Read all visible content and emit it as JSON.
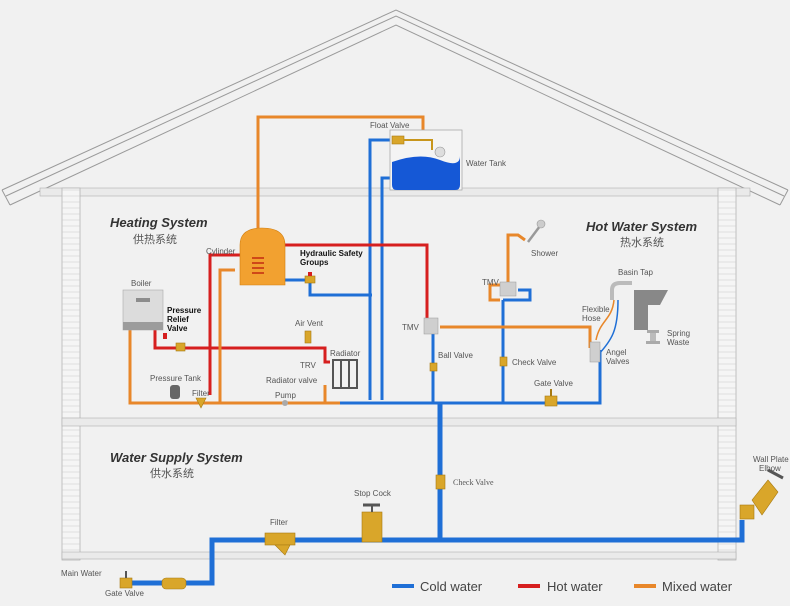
{
  "sections": {
    "heating": {
      "title": "Heating System",
      "subtitle": "供热系统"
    },
    "hot_water": {
      "title": "Hot Water System",
      "subtitle": "热水系统"
    },
    "water_supply": {
      "title": "Water Supply System",
      "subtitle": "供水系统"
    }
  },
  "components": {
    "float_valve": "Float Valve",
    "water_tank": "Water Tank",
    "cylinder": "Cylinder",
    "hydraulic_safety_groups_1": "Hydraulic Safety",
    "hydraulic_safety_groups_2": "Groups",
    "boiler": "Boiler",
    "pressure_relief_1": "Pressure",
    "pressure_relief_2": "Relief",
    "pressure_relief_3": "Valve",
    "air_vent": "Air Vent",
    "trv": "TRV",
    "radiator": "Radiator",
    "radiator_valve": "Radiator valve",
    "pressure_tank": "Pressure Tank",
    "filter_heating": "Filter",
    "pump": "Pump",
    "tmv_main": "TMV",
    "ball_valve": "Ball Valve",
    "tmv_shower": "TMV",
    "shower": "Shower",
    "basin_tap": "Basin Tap",
    "flexible_hose_1": "Flexible",
    "flexible_hose_2": "Hose",
    "spring_waste_1": "Spring",
    "spring_waste_2": "Waste",
    "angel_valves_1": "Angel",
    "angel_valves_2": "Valves",
    "check_valve_hot": "Check Valve",
    "gate_valve_hot": "Gate Valve",
    "check_valve_supply": "Check Valve",
    "stop_cock": "Stop Cock",
    "filter_supply": "Filter",
    "wall_plate_1": "Wall Plate",
    "wall_plate_2": "Elbow",
    "main_water": "Main Water",
    "gate_valve_main": "Gate Valve"
  },
  "legend": [
    {
      "label": "Cold water",
      "color": "#1f6fd6"
    },
    {
      "label": "Hot water",
      "color": "#d61f1f"
    },
    {
      "label": "Mixed water",
      "color": "#e8872a"
    }
  ]
}
